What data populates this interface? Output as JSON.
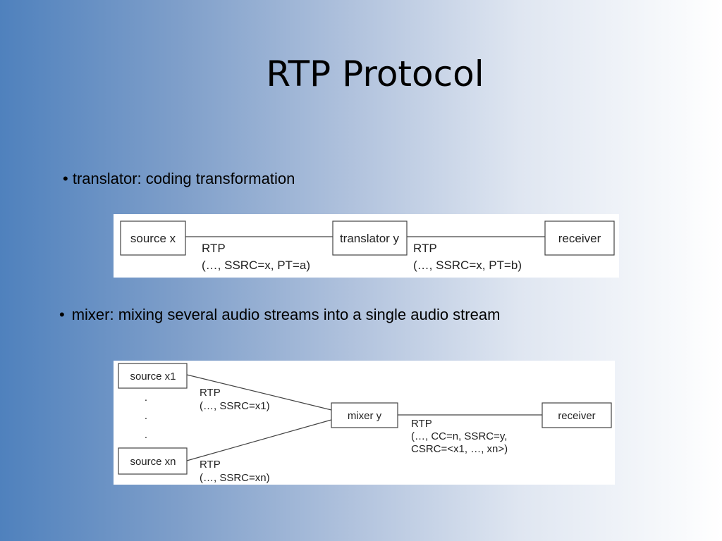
{
  "slide": {
    "title": "RTP Protocol"
  },
  "bullets": [
    {
      "mark": "•",
      "text": "translator: coding transformation"
    },
    {
      "mark": "•",
      "text": "mixer: mixing several audio streams into a single audio stream"
    }
  ],
  "translator_diagram": {
    "nodes": {
      "source": "source x",
      "translator": "translator y",
      "receiver": "receiver"
    },
    "links": [
      {
        "protocol": "RTP",
        "params": "(…, SSRC=x, PT=a)"
      },
      {
        "protocol": "RTP",
        "params": "(…, SSRC=x, PT=b)"
      }
    ]
  },
  "mixer_diagram": {
    "nodes": {
      "source_first": "source x1",
      "source_last": "source xn",
      "mixer": "mixer y",
      "receiver": "receiver"
    },
    "ellipsis": ".",
    "links": {
      "in_first": {
        "protocol": "RTP",
        "params": "(…, SSRC=x1)"
      },
      "in_last": {
        "protocol": "RTP",
        "params": "(…, SSRC=xn)"
      },
      "out": {
        "protocol": "RTP",
        "params_line1": "(…, CC=n, SSRC=y,",
        "params_line2": "CSRC=<x1, …, xn>)"
      }
    }
  }
}
